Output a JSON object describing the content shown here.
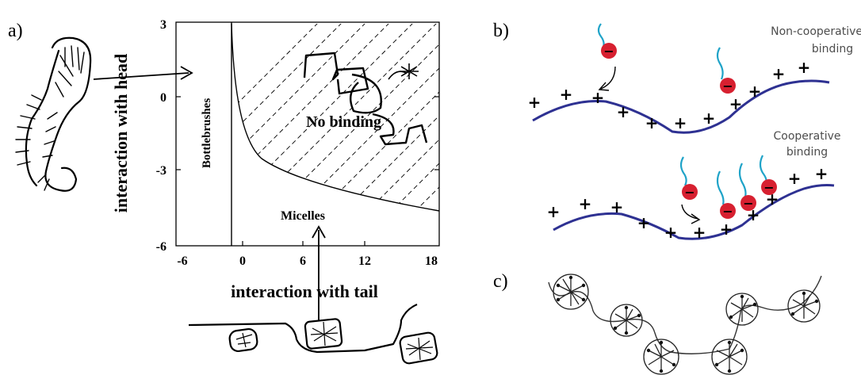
{
  "panel_a": {
    "label": "a)",
    "y_axis_label": "interaction with head",
    "x_axis_label": "interaction with tail",
    "y_ticks": [
      "3",
      "0",
      "-3",
      "-6"
    ],
    "x_ticks": [
      "-6",
      "0",
      "6",
      "12",
      "18"
    ],
    "region_labels": {
      "bottlebrushes": "Bottlebrushes",
      "no_binding": "No binding",
      "micelles": "Micelles"
    }
  },
  "panel_b": {
    "label": "b)",
    "top_caption_line1": "Non-cooperative",
    "top_caption_line2": "binding",
    "bottom_caption_line1": "Cooperative",
    "bottom_caption_line2": "binding",
    "plus_sign": "+",
    "minus_sign": "−",
    "colors": {
      "chain": "#2e3192",
      "ion_head": "#d72030",
      "ion_tail": "#1fa3c8"
    }
  },
  "panel_c": {
    "label": "c)"
  }
}
